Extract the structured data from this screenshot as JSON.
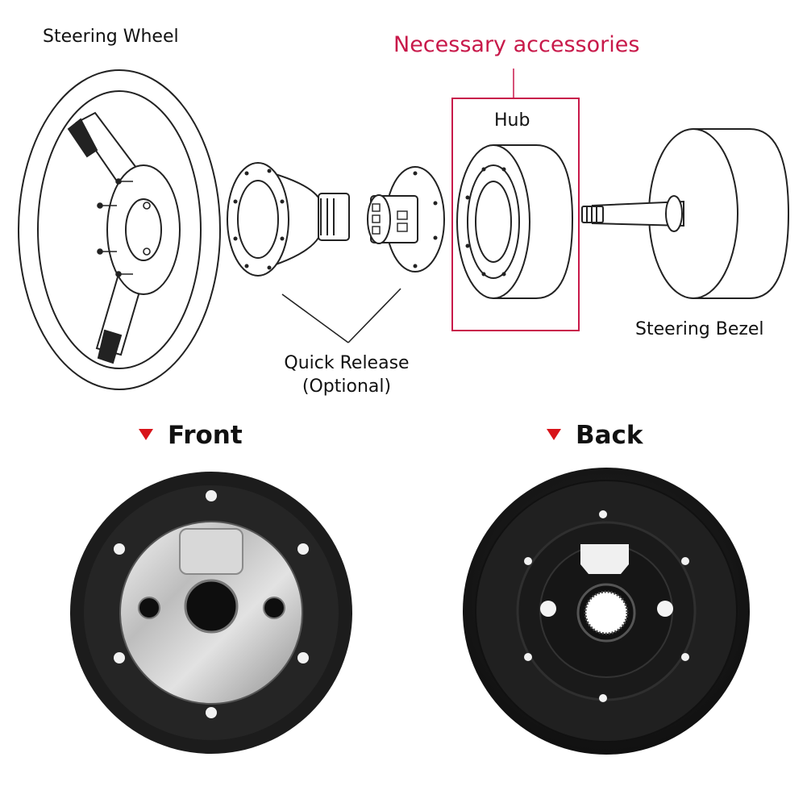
{
  "labels": {
    "steering_wheel": "Steering Wheel",
    "necessary_accessories": "Necessary accessories",
    "hub": "Hub",
    "steering_bezel": "Steering Bezel",
    "quick_release_line1": "Quick Release",
    "quick_release_line2": "(Optional)"
  },
  "views": {
    "front": "Front",
    "back": "Back"
  },
  "colors": {
    "accent": "#c8194a",
    "marker": "#d8141a",
    "hub_body": "#1f1f1f",
    "hub_plate": "#c9c9c9"
  }
}
